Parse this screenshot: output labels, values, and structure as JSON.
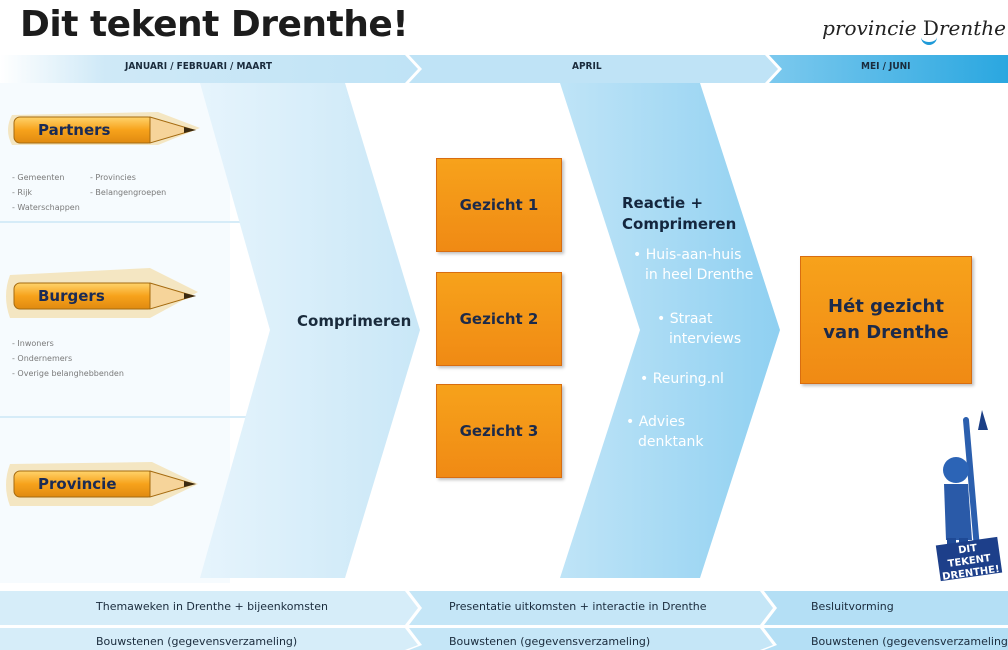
{
  "title": "Dit tekent Drenthe!",
  "logo": {
    "prefix": "provincie",
    "name_initial": "D",
    "name_rest": "renthe"
  },
  "phases": [
    "JANUARI / FEBRUARI / MAART",
    "APRIL",
    "MEI / JUNI"
  ],
  "groups": [
    {
      "label": "Partners",
      "items_col1": [
        "- Gemeenten",
        "- Rijk",
        "- Waterschappen"
      ],
      "items_col2": [
        "- Provincies",
        "- Belangengroepen"
      ]
    },
    {
      "label": "Burgers",
      "items_col1": [
        "- Inwoners",
        "- Ondernemers",
        "- Overige belanghebbenden"
      ],
      "items_col2": []
    },
    {
      "label": "Provincie",
      "items_col1": [],
      "items_col2": []
    }
  ],
  "compress_label": "Comprimeren",
  "faces": [
    "Gezicht 1",
    "Gezicht 2",
    "Gezicht 3"
  ],
  "reaction": {
    "title_line1": "Reactie +",
    "title_line2": "Comprimeren",
    "bullets": [
      [
        "• Huis-aan-huis",
        "in heel Drenthe"
      ],
      [
        "• Straat",
        "interviews"
      ],
      [
        "• Reuring.nl"
      ],
      [
        "• Advies",
        "denktank"
      ]
    ]
  },
  "final_box": {
    "line1": "Hét gezicht",
    "line2": "van Drenthe"
  },
  "badge": {
    "line1": "DIT TEKENT",
    "line2": "DRENTHE!"
  },
  "bottom_row1": [
    "Themaweken in Drenthe + bijeenkomsten",
    "Presentatie uitkomsten + interactie in Drenthe",
    "Besluitvorming"
  ],
  "bottom_row2": [
    "Bouwstenen (gegevensverzameling)",
    "Bouwstenen (gegevensverzameling)",
    "Bouwstenen (gegevensverzameling)"
  ],
  "colors": {
    "light_blue": "#cfe9f7",
    "mid_blue": "#a9d8f2",
    "bright_blue": "#29a9e3",
    "orange": "#f39518",
    "navy": "#1a2b55"
  }
}
